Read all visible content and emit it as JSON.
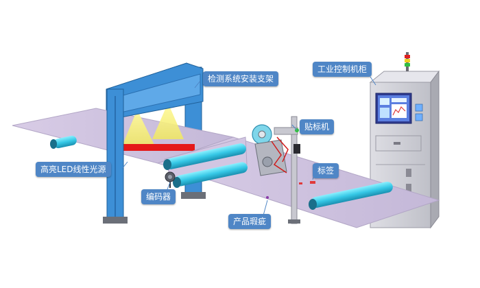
{
  "labels": {
    "frame": "检测系统安装支架",
    "cabinet": "工业控制机柜",
    "labeler": "贴标机",
    "light": "高亮LED线性光源",
    "label": "标签",
    "encoder": "编码器",
    "defect": "产品瑕疵"
  },
  "colors": {
    "callout": "#4f86c6",
    "frame": "#3d8fd6",
    "roller": "#36c8e6",
    "web": "#ccc0dc",
    "light_beam": "#f3f37a",
    "red_led": "#e51919",
    "cabinet": "#cfcfd6"
  },
  "icons": [
    "monitor-icon"
  ]
}
